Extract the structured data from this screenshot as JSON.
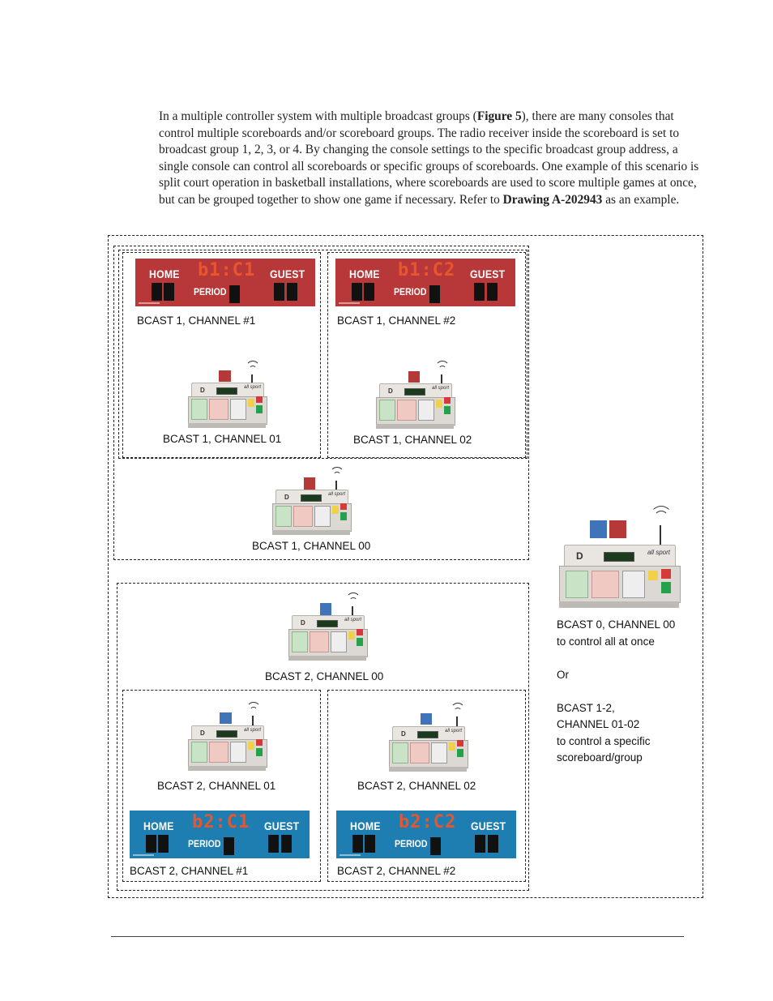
{
  "paragraph": {
    "t1": "In a multiple controller system with multiple broadcast groups (",
    "fig_ref": "Figure 5",
    "t2": "), there are many consoles that control multiple scoreboards and/or scoreboard groups. The radio receiver inside the scoreboard is set to broadcast group 1, 2, 3, or 4. By changing the console settings to the specific broadcast group address, a single console can control all scoreboards or specific groups of scoreboards. One example of this scenario is split court operation in basketball installations, where scoreboards are used to score multiple games at once, but can be grouped together to show one game if necessary. Refer to ",
    "drawing_ref": "Drawing A-202943",
    "t3": " as an example."
  },
  "colors": {
    "red_board": "#b8383a",
    "blue_board": "#1f7eb1",
    "red_square": "#b53a37",
    "blue_square": "#3f75b8"
  },
  "scoreboard_text": {
    "home": "HOME",
    "guest": "GUEST",
    "period": "PERIOD"
  },
  "scoreboards": [
    {
      "clock": "b1:C1",
      "label": "BCAST 1, CHANNEL #1"
    },
    {
      "clock": "b1:C2",
      "label": "BCAST 1, CHANNEL #2"
    },
    {
      "clock": "b2:C1",
      "label": "BCAST 2, CHANNEL #1"
    },
    {
      "clock": "b2:C2",
      "label": "BCAST 2, CHANNEL #2"
    }
  ],
  "consoles": [
    {
      "label": "BCAST 1, CHANNEL 01"
    },
    {
      "label": "BCAST 1, CHANNEL 02"
    },
    {
      "label": "BCAST 1, CHANNEL 00"
    },
    {
      "label": "BCAST 2, CHANNEL 00"
    },
    {
      "label": "BCAST 2, CHANNEL 01"
    },
    {
      "label": "BCAST 2, CHANNEL 02"
    }
  ],
  "master": {
    "line1": "BCAST 0, CHANNEL 00",
    "line2": "to control all at once",
    "or": "Or",
    "line3": "BCAST 1-2,",
    "line4": "CHANNEL 01-02",
    "line5": "to control a specific",
    "line6": "scoreboard/group"
  }
}
